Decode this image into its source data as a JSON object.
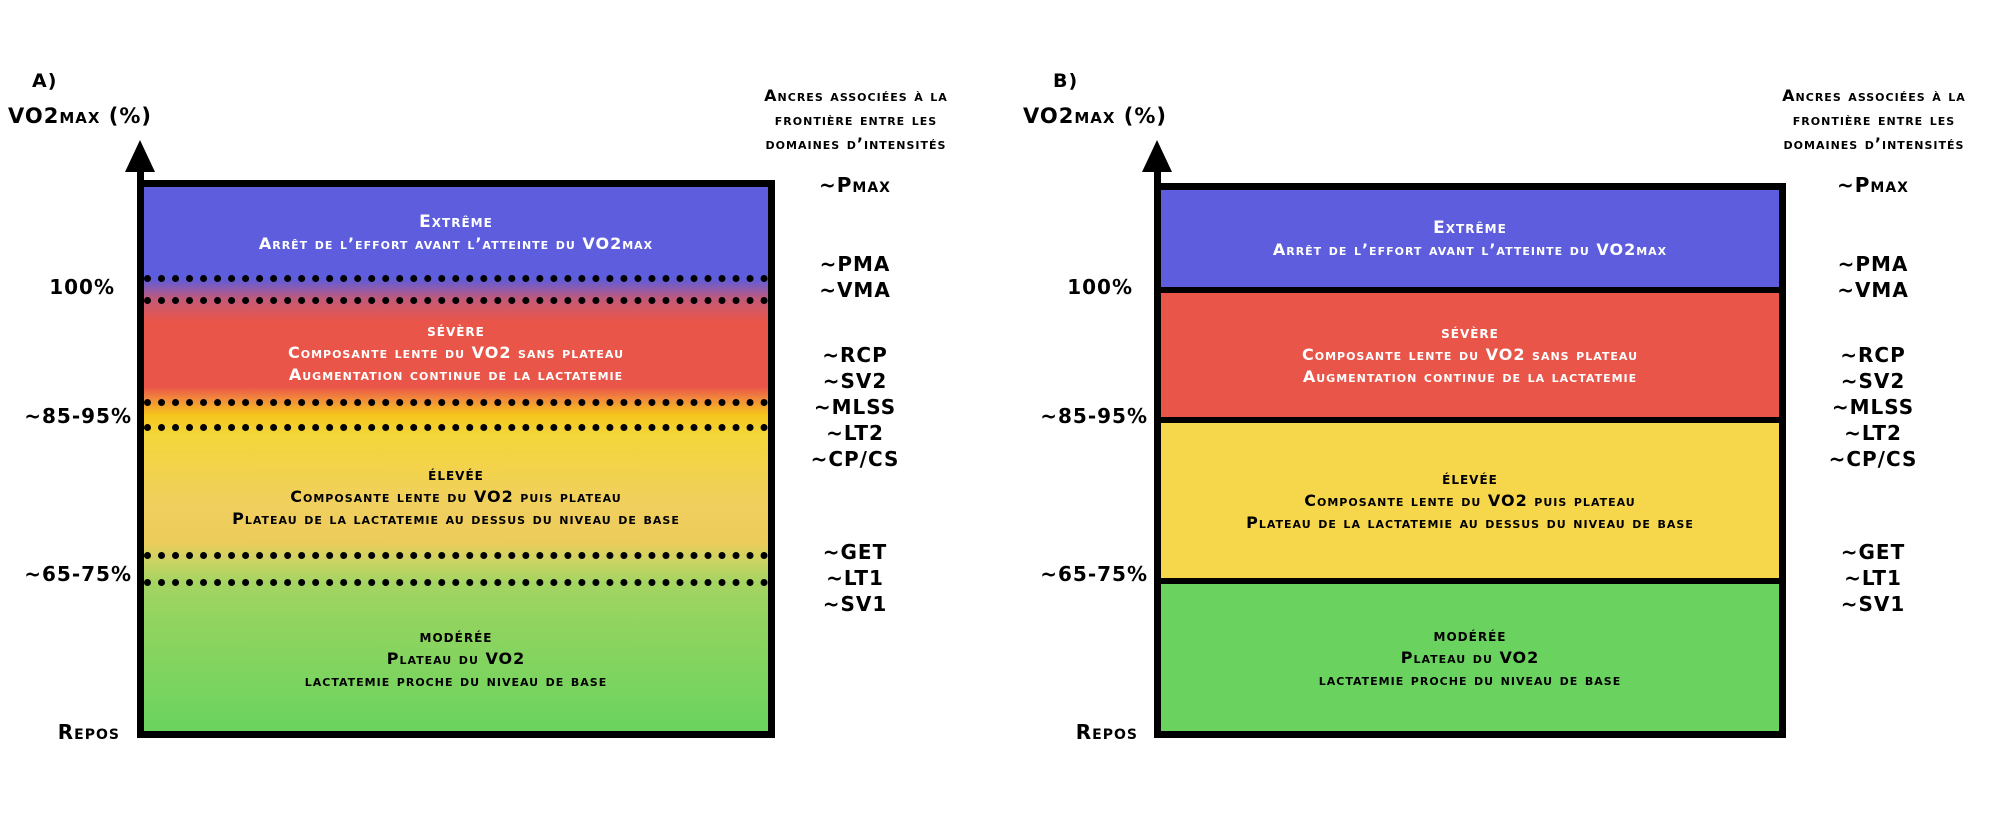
{
  "panels": [
    {
      "letter": "A)",
      "axis_title": "VO2max (%)",
      "anchors_title": [
        "Ancres associées à la",
        "frontière entre les",
        "domaines d’intensités"
      ],
      "y_ticks": [
        "100%",
        "~85-95%",
        "~65-75%",
        "Repos"
      ],
      "boundary_style": "gradient-dotted",
      "zones": [
        {
          "name": "Extrême",
          "lines": [
            "Arrêt de l’effort avant l’atteinte du VO2max"
          ],
          "color": "#5d5ddd",
          "text_color": "#ffffff"
        },
        {
          "name": "sévère",
          "lines": [
            "Composante lente du VO2 sans plateau",
            "Augmentation continue de la lactatemie"
          ],
          "color": "#ea5549",
          "text_color": "#ffffff"
        },
        {
          "name": "élevée",
          "lines": [
            "Composante lente du VO2 puis plateau",
            "Plateau de la lactatemie au dessus du niveau de base"
          ],
          "color": "#f1cf5a",
          "text_color": "#000000"
        },
        {
          "name": "modérée",
          "lines": [
            "Plateau du VO2",
            "lactatemie proche du niveau de base"
          ],
          "color": "#6ad35f",
          "text_color": "#000000"
        }
      ],
      "anchors": [
        "~Pmax",
        "~PMA",
        "~VMA",
        "~RCP",
        "~SV2",
        "~MLSS",
        "~LT2",
        "~CP/CS",
        "~GET",
        "~LT1",
        "~SV1"
      ]
    },
    {
      "letter": "B)",
      "axis_title": "VO2max (%)",
      "anchors_title": [
        "Ancres associées à la",
        "frontière entre les",
        "domaines d’intensités"
      ],
      "y_ticks": [
        "100%",
        "~85-95%",
        "~65-75%",
        "Repos"
      ],
      "boundary_style": "solid",
      "zones": [
        {
          "name": "Extrême",
          "lines": [
            "Arrêt de l’effort avant l’atteinte du VO2max"
          ],
          "color": "#5d5ddd",
          "text_color": "#ffffff"
        },
        {
          "name": "sévère",
          "lines": [
            "Composante lente du VO2 sans plateau",
            "Augmentation continue de la lactatemie"
          ],
          "color": "#ea5549",
          "text_color": "#ffffff"
        },
        {
          "name": "élevée",
          "lines": [
            "Composante lente du VO2 puis plateau",
            "Plateau de la lactatemie au dessus du niveau de base"
          ],
          "color": "#f6d64a",
          "text_color": "#000000"
        },
        {
          "name": "modérée",
          "lines": [
            "Plateau du VO2",
            "lactatemie proche du niveau de base"
          ],
          "color": "#6ad35f",
          "text_color": "#000000"
        }
      ],
      "anchors": [
        "~Pmax",
        "~PMA",
        "~VMA",
        "~RCP",
        "~SV2",
        "~MLSS",
        "~LT2",
        "~CP/CS",
        "~GET",
        "~LT1",
        "~SV1"
      ]
    }
  ]
}
